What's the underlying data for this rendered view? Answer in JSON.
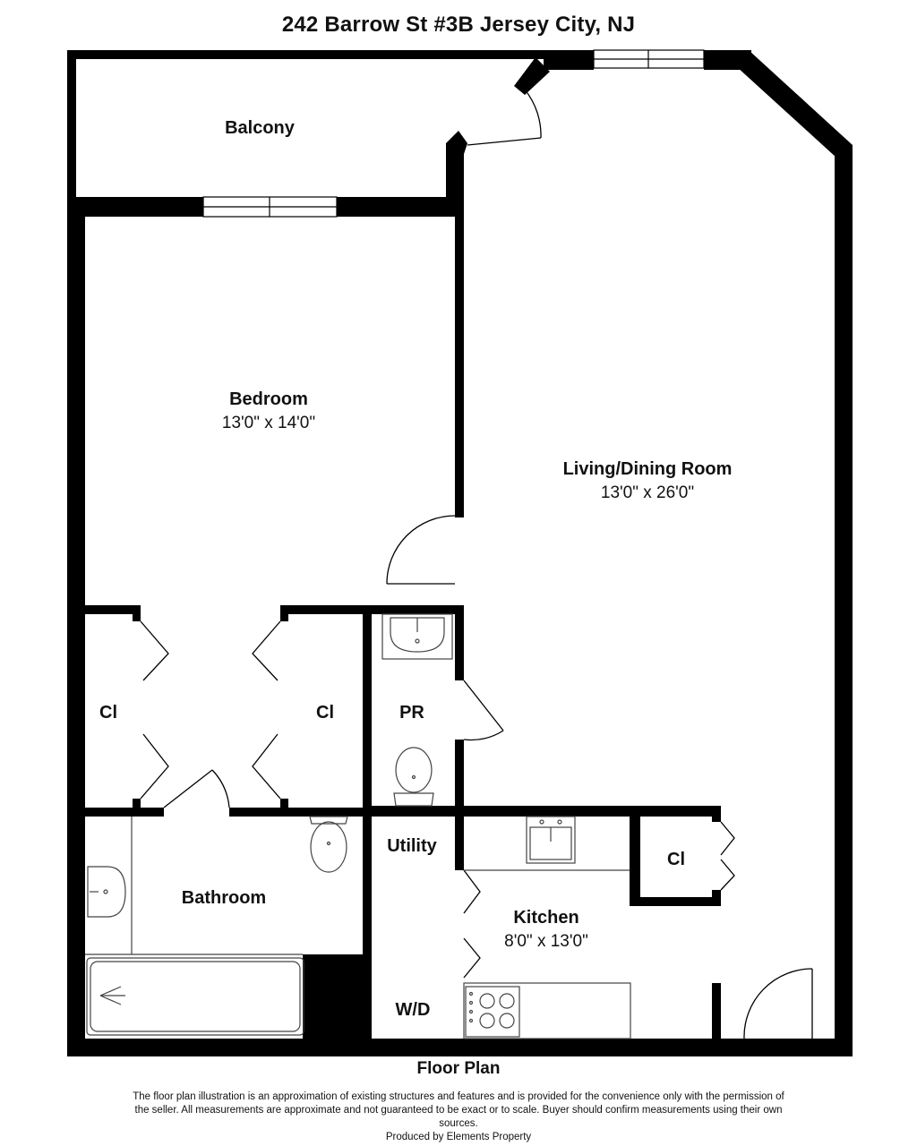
{
  "title": "242 Barrow St #3B Jersey City, NJ",
  "rooms": {
    "balcony": {
      "name": "Balcony"
    },
    "bedroom": {
      "name": "Bedroom",
      "dims": "13'0\" x 14'0\""
    },
    "living_dining": {
      "name": "Living/Dining Room",
      "dims": "13'0\" x 26'0\""
    },
    "closet_left": {
      "name": "Cl"
    },
    "closet_right": {
      "name": "Cl"
    },
    "powder_room": {
      "name": "PR"
    },
    "utility": {
      "name": "Utility"
    },
    "closet_kitchen": {
      "name": "Cl"
    },
    "bathroom": {
      "name": "Bathroom"
    },
    "kitchen": {
      "name": "Kitchen",
      "dims": "8'0\" x 13'0\""
    },
    "washer_dryer": {
      "name": "W/D"
    }
  },
  "caption": "Floor Plan",
  "disclaimer": "The floor plan illustration is an approximation of existing structures and features and is provided for the convenience only with the permission of the seller. All measurements are approximate and not guaranteed to be exact or to scale. Buyer should confirm measurements using their own sources.",
  "produced_by": "Produced by Elements Property",
  "colors": {
    "wall": "#000000",
    "background": "#ffffff",
    "fixture_stroke": "#444444"
  }
}
